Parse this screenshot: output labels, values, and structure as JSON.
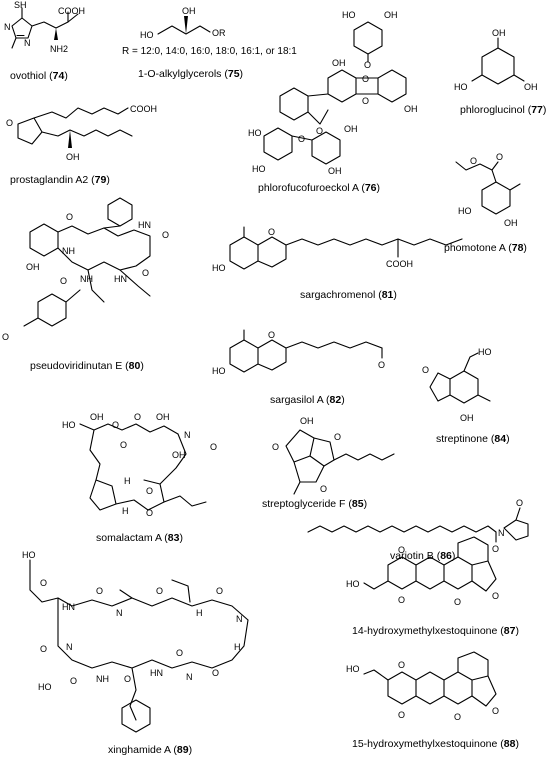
{
  "compounds": [
    {
      "name": "ovothiol",
      "number": "74",
      "atoms": [
        "SH",
        "COOH",
        "NH2",
        "N",
        "N"
      ]
    },
    {
      "name": "1-O-alkylglycerols",
      "number": "75",
      "note": "R = 12:0, 14:0, 16:0, 18:0, 16:1, or 18:1",
      "atoms": [
        "OH",
        "HO",
        "OR"
      ]
    },
    {
      "name": "phlorofucofuroeckol A",
      "number": "76",
      "atoms": [
        "HO",
        "OH",
        "O",
        "OH",
        "O",
        "O",
        "OH",
        "O",
        "O",
        "HO",
        "OH",
        "HO",
        "OH"
      ]
    },
    {
      "name": "phloroglucinol",
      "number": "77",
      "atoms": [
        "OH",
        "HO",
        "OH"
      ]
    },
    {
      "name": "phomotone A",
      "number": "78",
      "atoms": [
        "O",
        "O",
        "HO",
        "OH"
      ]
    },
    {
      "name": "prostaglandin A2",
      "number": "79",
      "atoms": [
        "O",
        "COOH",
        "OH"
      ]
    },
    {
      "name": "pseudoviridinutan E",
      "number": "80",
      "atoms": [
        "O",
        "NH",
        "HN",
        "O",
        "OH",
        "NH",
        "O",
        "HN",
        "O",
        "O"
      ]
    },
    {
      "name": "sargachromenol",
      "number": "81",
      "atoms": [
        "HO",
        "O",
        "COOH"
      ]
    },
    {
      "name": "sargasilol A",
      "number": "82",
      "atoms": [
        "HO",
        "O",
        "O"
      ]
    },
    {
      "name": "streptinone",
      "number": "84",
      "atoms": [
        "HO",
        "O",
        "OH"
      ]
    },
    {
      "name": "somalactam A",
      "number": "83",
      "atoms": [
        "OH",
        "HO",
        "O",
        "O",
        "O",
        "OH",
        "N",
        "OH",
        "O",
        "H",
        "H",
        "O",
        "O"
      ]
    },
    {
      "name": "streptoglyceride F",
      "number": "85",
      "atoms": [
        "OH",
        "O",
        "O",
        "O"
      ]
    },
    {
      "name": "variotin B",
      "number": "86",
      "atoms": [
        "O",
        "N",
        "O"
      ]
    },
    {
      "name": "xinghamide A",
      "number": "89",
      "atoms": [
        "HO",
        "O",
        "HN",
        "O",
        "N",
        "O",
        "H",
        "O",
        "N",
        "H",
        "O",
        "O",
        "N",
        "N",
        "O",
        "NH",
        "O",
        "HO",
        "HN",
        "O"
      ]
    },
    {
      "name": "14-hydroxymethylxestoquinone",
      "number": "87",
      "atoms": [
        "O",
        "HO",
        "O",
        "O",
        "O"
      ]
    },
    {
      "name": "15-hydroxymethylxestoquinone",
      "number": "88",
      "atoms": [
        "HO",
        "O",
        "O",
        "O",
        "O"
      ]
    }
  ]
}
